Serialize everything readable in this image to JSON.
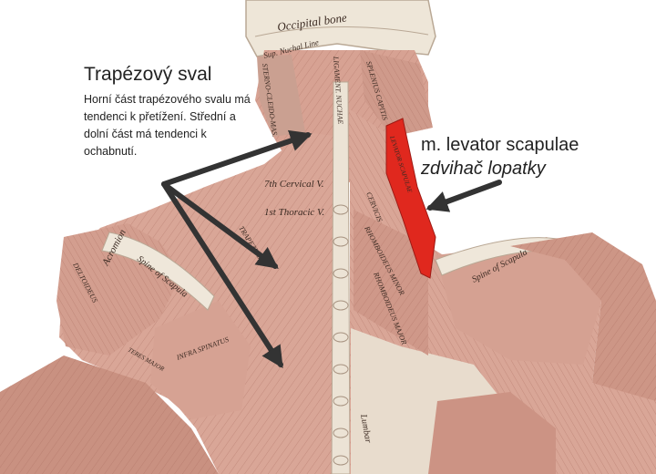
{
  "callouts": {
    "trapezius_title": "Trapézový sval",
    "trapezius_desc": "Horní část trapézového svalu má tendenci k přetížení. Střední a dolní část má tendenci k ochabnutí.",
    "levator_title": "m. levator scapulae",
    "levator_subtitle": "zdvihač lopatky"
  },
  "anatomy_labels": {
    "occipital_bone": "Occipital bone",
    "sup_nuchal_line": "Sup. Nuchal Line",
    "ligament_nuchae": "LIGAMENT. NUCHAE",
    "splenius_capitis": "SPLENIUS CAPITIS",
    "sterno_cleido_mas": "STERNO-CLEIDO-MAS.",
    "cervical_7": "7th Cervical V.",
    "thoracic_1": "1st Thoracic V.",
    "levator_scapulae": "LEVATOR SCAPULAE",
    "splenius_cervicis": "CERVICIS",
    "rhomboideus_minor": "RHOMBOIDEUS MINOR",
    "rhomboideus_major": "RHOMBOIDEUS MAJOR",
    "acromion": "Acromion",
    "spine_scapula_left": "Spine of Scapula",
    "spine_scapula_right": "Spine of Scapula",
    "deltoideus": "DELTOIDEUS",
    "trapezius": "TRAPEZIUS",
    "infra_spinatus": "INFRA SPINATUS",
    "teres_major": "TERES MAJOR",
    "lumbar": "Lumbar"
  },
  "colors": {
    "muscle": "#d9a697",
    "muscle_dark": "#b77d6f",
    "highlight": "#e0281e",
    "arrow": "#333333",
    "bone": "#efe7da"
  }
}
